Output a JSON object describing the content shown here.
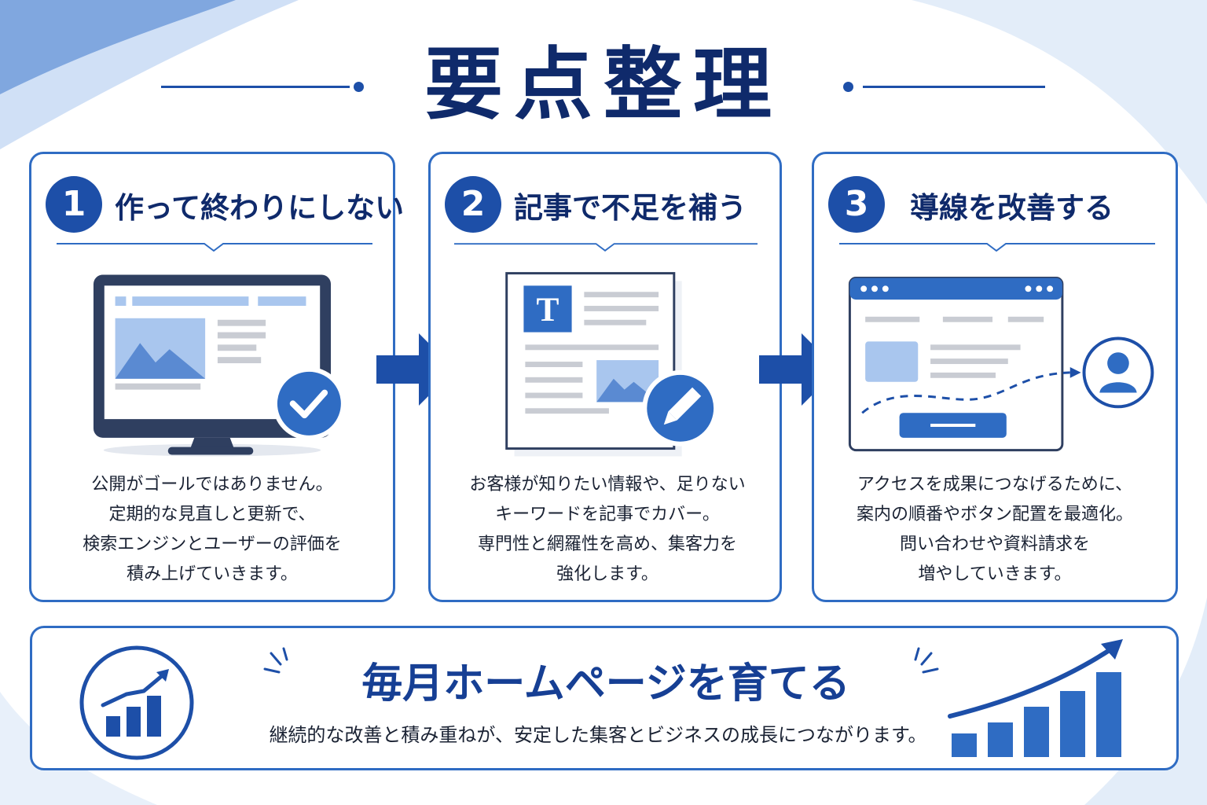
{
  "title": "要点整理",
  "cards": [
    {
      "number": "1",
      "title": "作って終わりにしない",
      "illustration": "monitor-with-check-icon",
      "lines": [
        "公開がゴールではありません。",
        "定期的な見直しと更新で、",
        "検索エンジンとユーザーの評価を",
        "積み上げていきます。"
      ]
    },
    {
      "number": "2",
      "title": "記事で不足を補う",
      "illustration": "document-with-pencil-icon",
      "doc_letter": "T",
      "lines": [
        "お客様が知りたい情報や、足りない",
        "キーワードを記事でカバー。",
        "専門性と網羅性を高め、集客力を",
        "強化します。"
      ]
    },
    {
      "number": "3",
      "title": "導線を改善する",
      "illustration": "browser-path-to-user-icon",
      "lines": [
        "アクセスを成果につなげるために、",
        "案内の順番やボタン配置を最適化。",
        "問い合わせや資料請求を",
        "増やしていきます。"
      ]
    }
  ],
  "banner": {
    "title": "毎月ホームページを育てる",
    "subtitle": "継続的な改善と積み重ねが、安定した集客とビジネスの成長につながります。"
  },
  "colors": {
    "navy": "#0f2a6b",
    "primary": "#1d4fa8",
    "accent": "#2f6cc3",
    "light": "#a9c6ee",
    "gray": "#c9ccd3"
  }
}
